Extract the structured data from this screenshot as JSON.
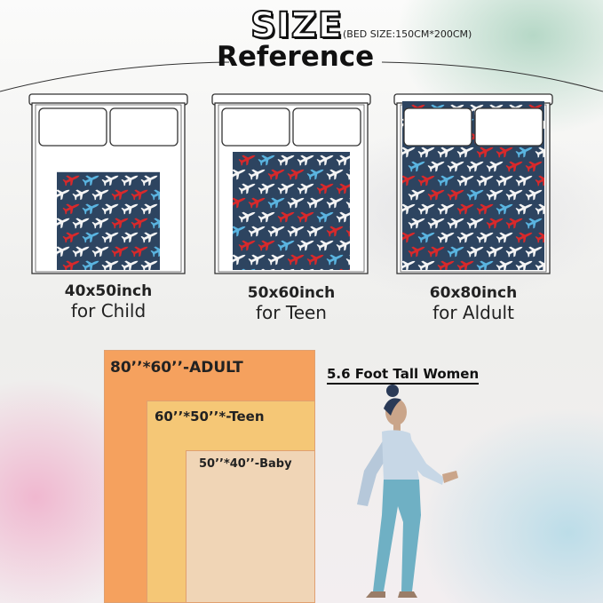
{
  "header": {
    "title_size": "SIZE",
    "bed_size": "(BED SIZE:150CM*200CM)",
    "title_reference": "Reference"
  },
  "beds": [
    {
      "size": "40x50inch",
      "who": "for Child",
      "fill": 0.55
    },
    {
      "size": "50x60inch",
      "who": "for Teen",
      "fill": 0.75
    },
    {
      "size": "60x80inch",
      "who": "for Aldult",
      "fill": 1.0
    }
  ],
  "comparison": {
    "person_label": "5.6 Foot Tall Women",
    "adult_label": "80’’*60’’-ADULT",
    "teen_label": "60’’*50’’*-Teen",
    "baby_label": "50’’*40’’-Baby"
  },
  "colors": {
    "blanket_navy": "#2d4460",
    "plane_red": "#d8292b",
    "plane_white": "#f4f4f4",
    "plane_blue": "#5ab4e0",
    "adult": "#f5a15e",
    "teen": "#f5c776",
    "baby": "#f0d5b6",
    "woman_top": "#c7d7e6",
    "woman_pants": "#6fb0c4",
    "woman_skin": "#caa58a",
    "woman_hair": "#2a3a57"
  }
}
